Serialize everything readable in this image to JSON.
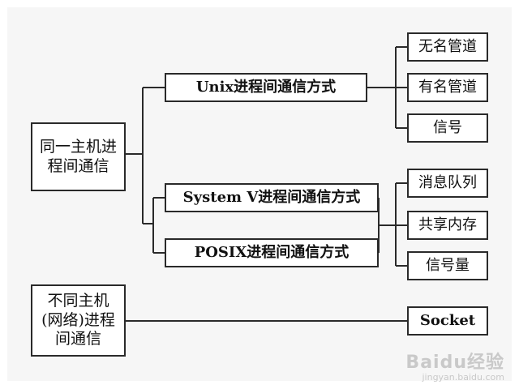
{
  "diagram": {
    "left_nodes": {
      "same_host": [
        "同一主机进",
        "程间通信"
      ],
      "different_host": [
        "不同主机",
        "(网络)进程",
        "间通信"
      ]
    },
    "middle_nodes": {
      "unix": "Unix进程间通信方式",
      "system_v": "System V进程间通信方式",
      "posix": "POSIX进程间通信方式"
    },
    "right_nodes": {
      "unnamed_pipe": "无名管道",
      "named_pipe": "有名管道",
      "signal": "信号",
      "message_queue": "消息队列",
      "shared_memory": "共享内存",
      "semaphore": "信号量",
      "socket": "Socket"
    }
  },
  "watermark": {
    "logo": "Baidu经验",
    "url": "jingyan.baidu.com"
  }
}
